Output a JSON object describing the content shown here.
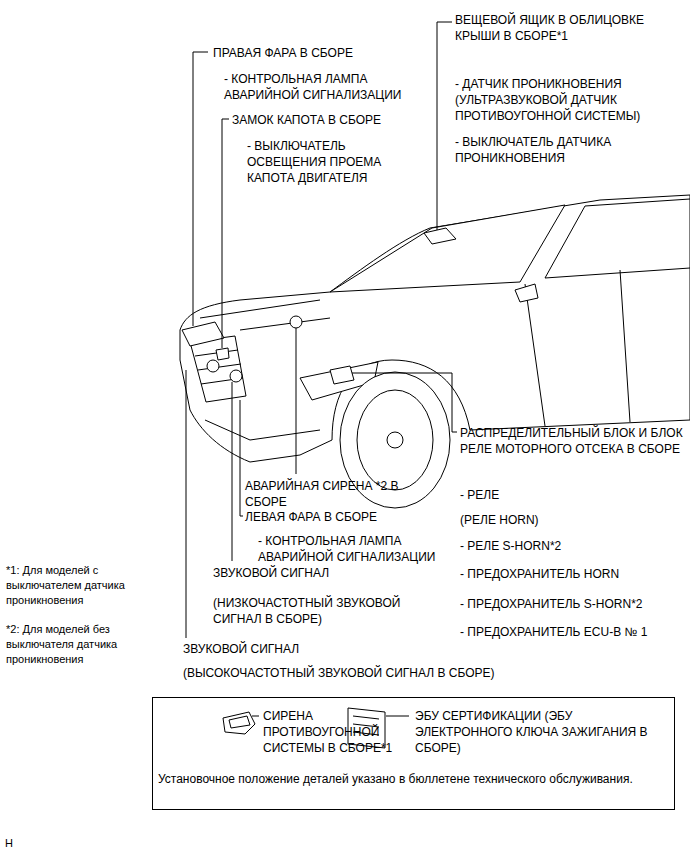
{
  "diagram": {
    "nodes": [
      {
        "text": [
          "СИРЕНА ПРОТИВОУГОННОЙ СИСТЕМЫ В СБОРЕ*1",
          "ЭБУ СЕРТИФИКАЦИИ (ЭБУ ЭЛЕКТРОННОГО КЛЮЧА ЗАЖИГАНИЯ В СБОРЕ)",
          "Установочное положение деталей указано в бюллетене технического обслуживания."
        ]
      }
    ],
    "labels": [
      "ПРАВАЯ ФАРА В СБОРЕ",
      "- КОНТРОЛЬНАЯ ЛАМПА АВАРИЙНОЙ СИГНАЛИЗАЦИИ",
      "ЗАМОК КАПОТА В СБОРЕ",
      "- ВЫКЛЮЧАТЕЛЬ ОСВЕЩЕНИЯ ПРОЕМА КАПОТА ДВИГАТЕЛЯ",
      "ВЕЩЕВОЙ ЯЩИК В ОБЛИЦОВКЕ КРЫШИ В СБОРЕ*1",
      "- ДАТЧИК ПРОНИКНОВЕНИЯ (УЛЬТРАЗВУКОВОЙ ДАТЧИК ПРОТИВОУГОННОЙ СИСТЕМЫ)",
      "- ВЫКЛЮЧАТЕЛЬ ДАТЧИКА ПРОНИКНОВЕНИЯ",
      "РАСПРЕДЕЛИТЕЛЬНЫЙ БЛОК И БЛОК РЕЛЕ МОТОРНОГО ОТСЕКА В СБОРЕ",
      "- РЕЛЕ",
      "(РЕЛЕ HORN)",
      "- РЕЛЕ S-HORN*2",
      "- ПРЕДОХРАНИТЕЛЬ HORN",
      "- ПРЕДОХРАНИТЕЛЬ S-HORN*2",
      "- ПРЕДОХРАНИТЕЛЬ ECU-B № 1",
      "АВАРИЙНАЯ СИРЕНА *2 В СБОРЕ",
      "ЛЕВАЯ ФАРА В СБОРЕ",
      "- КОНТРОЛЬНАЯ ЛАМПА АВАРИЙНОЙ СИГНАЛИЗАЦИИ",
      "ЗВУКОВОЙ СИГНАЛ",
      "(НИЗКОЧАСТОТНЫЙ ЗВУКОВОЙ СИГНАЛ В СБОРЕ)",
      "*1: Для моделей с выключателем датчика проникновения",
      "*2: Для моделей без выключателя датчика проникновения",
      "ЗВУКОВОЙ СИГНАЛ",
      "(ВЫСОКОЧАСТОТНЫЙ ЗВУКОВОЙ СИГНАЛ В СБОРЕ)",
      "H"
    ]
  }
}
